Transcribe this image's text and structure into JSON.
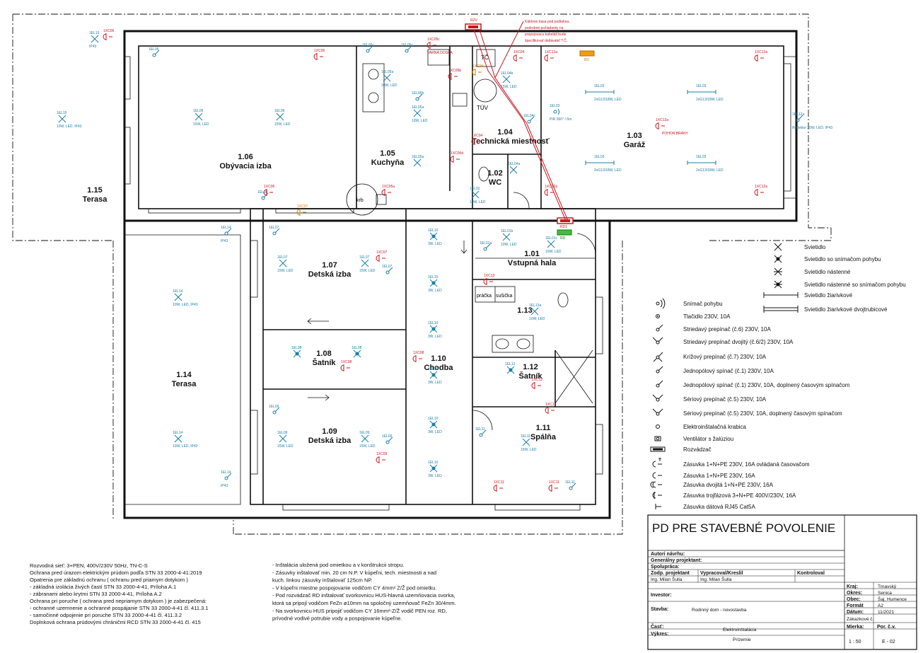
{
  "rooms": [
    {
      "id": "r106",
      "num": "1.06",
      "name": "Obývacia izba"
    },
    {
      "id": "r105",
      "num": "1.05",
      "name": "Kuchyňa"
    },
    {
      "id": "r104",
      "num": "1.04",
      "name": "Technická miestnosť"
    },
    {
      "id": "r103",
      "num": "1.03",
      "name": "Garáž"
    },
    {
      "id": "r102",
      "num": "1.02",
      "name": "WC"
    },
    {
      "id": "r115",
      "num": "1.15",
      "name": "Terasa"
    },
    {
      "id": "r101",
      "num": "1.01",
      "name": "Vstupná hala"
    },
    {
      "id": "r107",
      "num": "1.07",
      "name": "Detská izba"
    },
    {
      "id": "r113",
      "num": "1.13",
      "name": ""
    },
    {
      "id": "r108",
      "num": "1.08",
      "name": "Šatník"
    },
    {
      "id": "r110",
      "num": "1.10",
      "name": "Chodba"
    },
    {
      "id": "r112",
      "num": "1.12",
      "name": "Šatník"
    },
    {
      "id": "r114",
      "num": "1.14",
      "name": "Terasa"
    },
    {
      "id": "r109",
      "num": "1.09",
      "name": "Detská izba"
    },
    {
      "id": "r111",
      "num": "1.11",
      "name": "Spálňa"
    }
  ],
  "fixtures": {
    "krb": "krb",
    "tc": "TČ",
    "tuv": "TÚV",
    "pracka": "práčka",
    "susicka": "sušička",
    "rd_label": "RD",
    "rd1_label": "RD1",
    "rzv_label": "RZV",
    "bd_label": "BD"
  },
  "cable_note": [
    "Káblová trasa pod podlahou,",
    "podrobné požiadavky na",
    "prepojovacu kabeláž bude",
    "špecifikovať dodávateľ T.Č."
  ],
  "annotations": {
    "el15a": "1EL15",
    "el15a_sub": "IP43",
    "el15b": "1EL15",
    "el15b_sub": "10W, LED, IP43",
    "el06a": "1EL06",
    "el06b": "1EL06",
    "el06b_sub": "15W, LED",
    "el06c": "1EL06",
    "el06c_sub": "15W, LED",
    "el06d": "1EL06",
    "xc06a": "1XC06",
    "xc06b": "1XC06",
    "xc06c": "1XC06",
    "el05c": "1EL05c",
    "el05ca": "1EL05c",
    "el05a": "1EL05a",
    "el05a_sub": "10W, LED",
    "el05b": "1EL05b",
    "el05a2": "1EL05a",
    "el05a2_sub": "10W, LED",
    "el05a3": "1EL05a",
    "xc05a": "1XC05a",
    "xc05b": "1XC05b",
    "xc05c": "1XC05c",
    "xc05c_sub": "VARNÁ DOSKA",
    "xc05d": "1XC05d",
    "el04a": "1EL04a",
    "el04b": "1EL04b",
    "el04b_sub": "15W, LED",
    "el04c": "1EL04c",
    "xc04a": "1XC04",
    "xc04b": "1XC04",
    "xc06t": "1XC06",
    "el02": "1EL02",
    "el02_sub": "10W, LED",
    "el03a": "1EL03",
    "el03a_sub": "2xG13/18W, LED",
    "el03b": "1EL03",
    "el03b_sub": "2xG13/18W, LED",
    "el03c": "1EL03",
    "el03c_sub": "2xG13/18W, LED",
    "el03d": "1EL03",
    "el03d_sub": "2xG13/18W, LED",
    "el03pir": "1EL03",
    "el03pir_sub": "PIR 360° / 6m",
    "xc12a1": "1XC12a",
    "xc12a2": "1XC12a",
    "xc12a3": "1XC12a",
    "xc12a4": "1XC12a",
    "xc12a5": "1XC12a",
    "pohon": "POHON BRÁNY",
    "el12a": "1EL12a",
    "el12a_sub": "Reflektor 20W, LED, IP43",
    "el14a": "1EL14",
    "el14a_sub": "IP43",
    "el14b": "1EL14",
    "el14b_sub": "10W, LED, IP43",
    "el14c": "1EL14",
    "el14c_sub": "10W, LED, IP43",
    "el14d": "1EL14",
    "el14d_sub": "IP43",
    "el07a": "1EL07",
    "el07b": "1EL07",
    "el07b_sub": "15W, LED",
    "el07c": "1EL07",
    "el07c_sub": "15W, LED",
    "el07d": "1EL07",
    "xc07a": "1XC07",
    "xc07b": "1XC07",
    "el10a": "1EL10",
    "el10a_sub": "3W, LED",
    "el10b": "1EL10",
    "el10b_sub": "3W, LED",
    "el10c": "1EL10",
    "el10c_sub": "3W, LED",
    "el10d": "1EL10",
    "el10d_sub": "3W, LED",
    "el10e": "1EL10",
    "el10e_sub": "3W, LED",
    "el10f": "1EL10",
    "el10f_sub": "3W, LED",
    "el01a": "1EL01a",
    "el01b": "1EL01b",
    "el01b_sub": "10W, LED",
    "el01c": "1EL01c",
    "el01c_sub": "10W, LED",
    "el13a": "1EL13a",
    "el13a_sub": "10W, LED",
    "xc13": "1XC13",
    "el08a": "1EL08",
    "el08b": "1EL08",
    "xc08": "1XC08",
    "xc08b": "1XC08",
    "el12": "1EL12",
    "xc12": "1XC12",
    "el09a": "1EL09",
    "el09b": "1EL09",
    "el09b_sub": "15W, LED",
    "el09c": "1EL09",
    "el09c_sub": "15W, LED",
    "el09d": "1EL09",
    "xc09": "1XC09",
    "el11a": "1EL11",
    "el11b": "1EL11",
    "el11b_sub": "15W, LED",
    "el11c": "1EL11",
    "xc11a": "1XC11",
    "xc11b": "1XC11",
    "xc11c": "1XC11"
  },
  "legend": [
    {
      "sym": "cross",
      "label": "Svietidlo"
    },
    {
      "sym": "cross-sensor",
      "label": "Svietidlo so snímačom pohybu"
    },
    {
      "sym": "wall",
      "label": "Svietidlo nástenné"
    },
    {
      "sym": "wall-sensor",
      "label": "Svietidlo nástenné so snímačom pohybu"
    },
    {
      "sym": "fluor",
      "label": "Svietidlo žiarivkové"
    },
    {
      "sym": "motion",
      "label": "Snímač pohybu"
    },
    {
      "sym": "fluor2",
      "label": "Svietidlo žiarivkové dvojtrubicové"
    },
    {
      "sym": "button",
      "label": "Tlačidlo 230V, 10A"
    },
    {
      "sym": "sw6",
      "label": "Striedavý prepínač (č.6) 230V, 10A"
    },
    {
      "sym": "sw62",
      "label": "Striedavý prepínač dvojitý (č.6/2) 230V, 10A"
    },
    {
      "sym": "sw7",
      "label": "Krížový prepínač (č.7) 230V, 10A"
    },
    {
      "sym": "sw1",
      "label": "Jednopólový spínač (č.1) 230V, 10A"
    },
    {
      "sym": "sw1t",
      "label": "Jednopólový spínač (č.1) 230V, 10A, doplnený časovým spínačom"
    },
    {
      "sym": "sw5",
      "label": "Sériový prepínač (č.5) 230V, 10A"
    },
    {
      "sym": "sw5t",
      "label": "Sériový prepínač (č.5) 230V, 10A, doplnený časovým spínačom"
    },
    {
      "sym": "box",
      "label": "Elektroinštalačná krabica"
    },
    {
      "sym": "fan",
      "label": "Ventilátor s žalúziou"
    },
    {
      "sym": "panel",
      "label": "Rozvádzač"
    },
    {
      "sym": "sock-t",
      "label": "Zásuvka 1+N+PE 230V, 16A ovládaná časovačom"
    },
    {
      "sym": "sock",
      "label": "Zásuvka 1+N+PE 230V, 16A"
    },
    {
      "sym": "sock2",
      "label": "Zásuvka dvojitá 1+N+PE 230V, 16A"
    },
    {
      "sym": "sock3",
      "label": "Zásuvka trojfázová 3+N+PE 400V/230V, 16A"
    },
    {
      "sym": "data",
      "label": "Zásuvka dátová RJ45 Cat5A"
    }
  ],
  "notes_left": [
    "Rozvodná sieť: 3+PEN, 400V/230V 50Hz, TN-C-S",
    "Ochrana pred úrazom elektrickým prúdom podľa STN 33 2000-4-41:2019",
    "Opatrenia pre základnú ochranu ( ochranu pred priamym dotykom )",
    "   - základná izolácia živých častí STN 33 2000-4-41, Príloha A.1",
    "   - zábranami alebo krytmi STN 33 2000-4-41, Príloha A.2",
    "Ochrana pri poruche ( ochrana pred nepriamym dotykom ) je zabezpečená:",
    "   - ochranné uzemnenie a ochranné pospájanie STN 33 2000-4-41 čl. 411.3.1",
    "   - samočinné odpojenie pri poruche STN 33 2000-4-41 čl. 411.3.2",
    "Doplnková ochrana prúdovými chráničmi RCD STN 33 2000-4-41 čl. 415"
  ],
  "notes_mid": [
    "- Inštalácia uložená pod omietkou a v konštrukcii stropu.",
    "- Zásuvky inštalovať min. 20 cm N.P. V kúpeľni, tech. miestnosti a nad",
    "  kuch. linkou zásuvky inštalovať 125cm NP.",
    "- V kúpeľni miestne pospojovanie vodičom CY 4mm² Z/Ž pod omietku.",
    "- Pod rozvádzač RD inštalovať svorkovnicu HUS-hlavná uzemňovacia svorka,",
    "  ktorá sa pripojí vodičom FeZn ø10mm na spoločný uzemňovač FeZn 30/4mm.",
    "- Na svorkovnicu HUS pripojiť vodičom CY 16mm²-Z/Ž vodič PEN roz. RD,",
    "  prívodné vodivé potrubie vody a pospojovanie kúpeľne."
  ],
  "title_block": {
    "title": "PD PRE STAVEBNÉ POVOLENIE",
    "autori": "Autori návrhu:",
    "generalny": "Generálny projektant:",
    "spolupraca": "Spolupráca:",
    "zodp": "Zodp. projektant",
    "vypracoval": "Vypracoval/Kreslil",
    "kontroloval": "Kontroloval",
    "zodp_name": "Ing. Milan Šulla",
    "vyp_name": "Ing. Milan Šulla",
    "investor": "Investor:",
    "stavba": "Stavba:",
    "stavba_val": "Rodinný dom - novostavba",
    "cast": "Časť:",
    "cast_val": "Elektroinštalácia",
    "vykres": "Výkres:",
    "vykres_val": "Prízemie",
    "kraj": "Kraj:",
    "kraj_val": "Trnavský",
    "okres": "Okres:",
    "okres_val": "Senica",
    "obec": "Obec:",
    "obec_val": "Šaj. Humence",
    "format": "Formát",
    "format_val": "A2",
    "datum": "Dátum:",
    "datum_val": "11/2021",
    "zakazkove": "Zákazkové č.",
    "mierka": "Mierka:",
    "mierka_val": "1 : 50",
    "porcv": "Por. č.v.",
    "porcv_val": "E - 02"
  }
}
